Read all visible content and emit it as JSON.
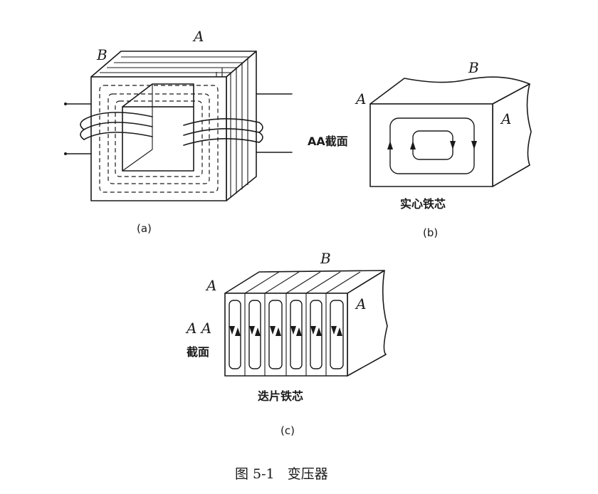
{
  "figure_a": {
    "label_A": "A",
    "label_B": "B",
    "caption": "(a)"
  },
  "figure_b": {
    "label_A_left": "A",
    "label_A_right": "A",
    "label_B": "B",
    "section_label": "AA截面",
    "core_label": "实心铁芯",
    "caption": "(b)"
  },
  "figure_c": {
    "label_A_left": "A",
    "label_A_right": "A",
    "label_B": "B",
    "section_label_top": "A A",
    "section_label_bottom": "截面",
    "core_label": "迭片铁芯",
    "caption": "(c)"
  },
  "figure_caption": "图 5-1   变压器"
}
